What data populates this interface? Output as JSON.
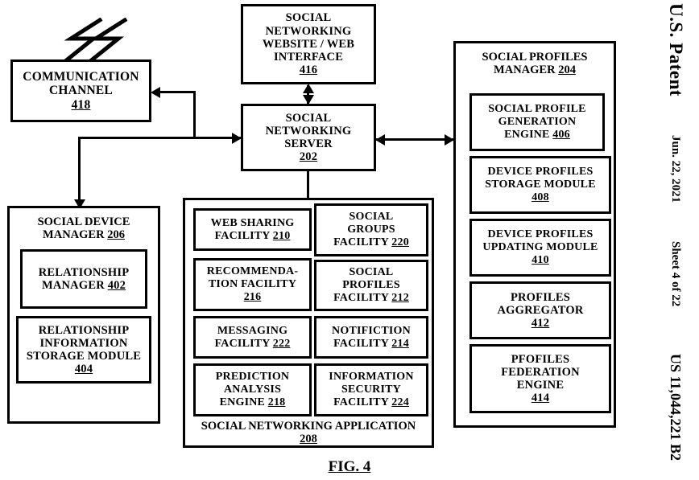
{
  "sheet": {
    "header_left": "U.S. Patent",
    "date": "Jun. 22, 2021",
    "sheet_number": "Sheet 4 of 22",
    "patent_number": "US 11,044,221 B2",
    "figure_label": "FIG. 4",
    "line_color": "#000000",
    "background": "#ffffff"
  },
  "nodes": {
    "communication_channel": {
      "lines": [
        "COMMUNICATION",
        "CHANNEL"
      ],
      "ref": "418",
      "icon": "wireless-signal-icon"
    },
    "social_networking_website": {
      "lines": [
        "SOCIAL",
        "NETWORKING",
        "WEBSITE / WEB",
        "INTERFACE"
      ],
      "ref": "416"
    },
    "social_networking_server": {
      "lines": [
        "SOCIAL",
        "NETWORKING",
        "SERVER"
      ],
      "ref": "202"
    },
    "social_device_manager": {
      "title_lines": [
        "SOCIAL DEVICE",
        "MANAGER"
      ],
      "ref": "206",
      "children": [
        {
          "lines": [
            "RELATIONSHIP",
            "MANAGER"
          ],
          "ref": "402",
          "ref_inline": true
        },
        {
          "lines": [
            "RELATIONSHIP",
            "INFORMATION",
            "STORAGE MODULE"
          ],
          "ref": "404",
          "ref_inline": false
        }
      ]
    },
    "social_profiles_manager": {
      "title_lines": [
        "SOCIAL PROFILES",
        "MANAGER"
      ],
      "ref": "204",
      "children": [
        {
          "lines": [
            "SOCIAL PROFILE",
            "GENERATION",
            "ENGINE"
          ],
          "ref": "406",
          "ref_inline": true
        },
        {
          "lines": [
            "DEVICE PROFILES",
            "STORAGE MODULE"
          ],
          "ref": "408",
          "ref_inline": false
        },
        {
          "lines": [
            "DEVICE PROFILES",
            "UPDATING MODULE"
          ],
          "ref": "410",
          "ref_inline": false
        },
        {
          "lines": [
            "PROFILES",
            "AGGREGATOR"
          ],
          "ref": "412",
          "ref_inline": false
        },
        {
          "lines": [
            "PFOFILES",
            "FEDERATION",
            "ENGINE"
          ],
          "ref": "414",
          "ref_inline": false
        }
      ]
    },
    "social_networking_application": {
      "title_lines": [
        "SOCIAL NETWORKING APPLICATION"
      ],
      "ref": "208",
      "facilities": [
        {
          "lines": [
            "WEB SHARING",
            "FACILITY"
          ],
          "ref": "210",
          "ref_inline": true
        },
        {
          "lines": [
            "SOCIAL",
            "GROUPS",
            "FACILITY"
          ],
          "ref": "220",
          "ref_inline": true
        },
        {
          "lines": [
            "RECOMMENDA-",
            "TION FACILITY"
          ],
          "ref": "216",
          "ref_inline": false
        },
        {
          "lines": [
            "SOCIAL",
            "PROFILES",
            "FACILITY"
          ],
          "ref": "212",
          "ref_inline": true
        },
        {
          "lines": [
            "MESSAGING",
            "FACILITY"
          ],
          "ref": "222",
          "ref_inline": true
        },
        {
          "lines": [
            "NOTIFICTION",
            "FACILITY"
          ],
          "ref": "214",
          "ref_inline": true
        },
        {
          "lines": [
            "PREDICTION",
            "ANALYSIS",
            "ENGINE"
          ],
          "ref": "218",
          "ref_inline": true
        },
        {
          "lines": [
            "INFORMATION",
            "SECURITY",
            "FACILITY "
          ],
          "ref": "224",
          "ref_inline": true
        }
      ]
    }
  },
  "connections": [
    {
      "from": "social_networking_website",
      "to": "social_networking_server",
      "kind": "bidirectional-vertical"
    },
    {
      "from": "social_networking_server",
      "to": "social_profiles_manager",
      "kind": "bidirectional-horizontal"
    },
    {
      "from": "social_networking_server",
      "to": "communication_channel",
      "kind": "arrow-to-channel"
    },
    {
      "from": "social_networking_server",
      "to": "social_device_manager",
      "kind": "arrow-down"
    },
    {
      "from": "social_networking_server",
      "to": "social_networking_application",
      "kind": "plain-line"
    }
  ]
}
